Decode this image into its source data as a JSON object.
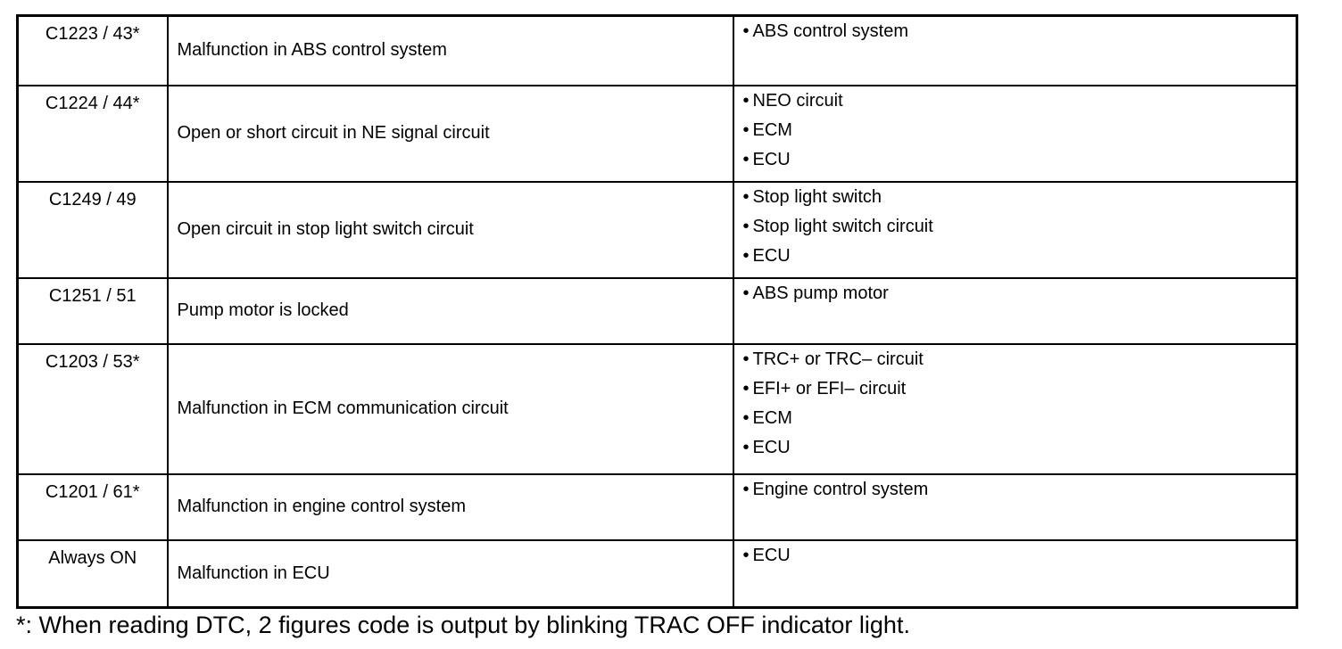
{
  "rows": [
    {
      "code": "C1223 / 43*",
      "description": "Malfunction in ABS control system",
      "areas": [
        "ABS control system"
      ]
    },
    {
      "code": "C1224 / 44*",
      "description": "Open or short circuit in NE signal circuit",
      "areas": [
        "NEO  circuit",
        "ECM",
        "ECU"
      ]
    },
    {
      "code": "C1249 / 49",
      "description": "Open circuit in stop light switch circuit",
      "areas": [
        "Stop light switch",
        "Stop light switch circuit",
        "ECU"
      ]
    },
    {
      "code": "C1251 / 51",
      "description": "Pump motor is locked",
      "areas": [
        "ABS pump motor"
      ]
    },
    {
      "code": "C1203 / 53*",
      "description": "Malfunction in ECM communication circuit",
      "areas": [
        "TRC+ or TRC– circuit",
        "EFI+ or EFI– circuit",
        "ECM",
        "ECU"
      ]
    },
    {
      "code": "C1201 / 61*",
      "description": "Malfunction in engine control system",
      "areas": [
        "Engine control system"
      ]
    },
    {
      "code": "Always ON",
      "description": "Malfunction in ECU",
      "areas": [
        "ECU"
      ]
    }
  ],
  "footnote": "*: When reading DTC, 2 figures code is output by blinking TRAC OFF indicator light."
}
